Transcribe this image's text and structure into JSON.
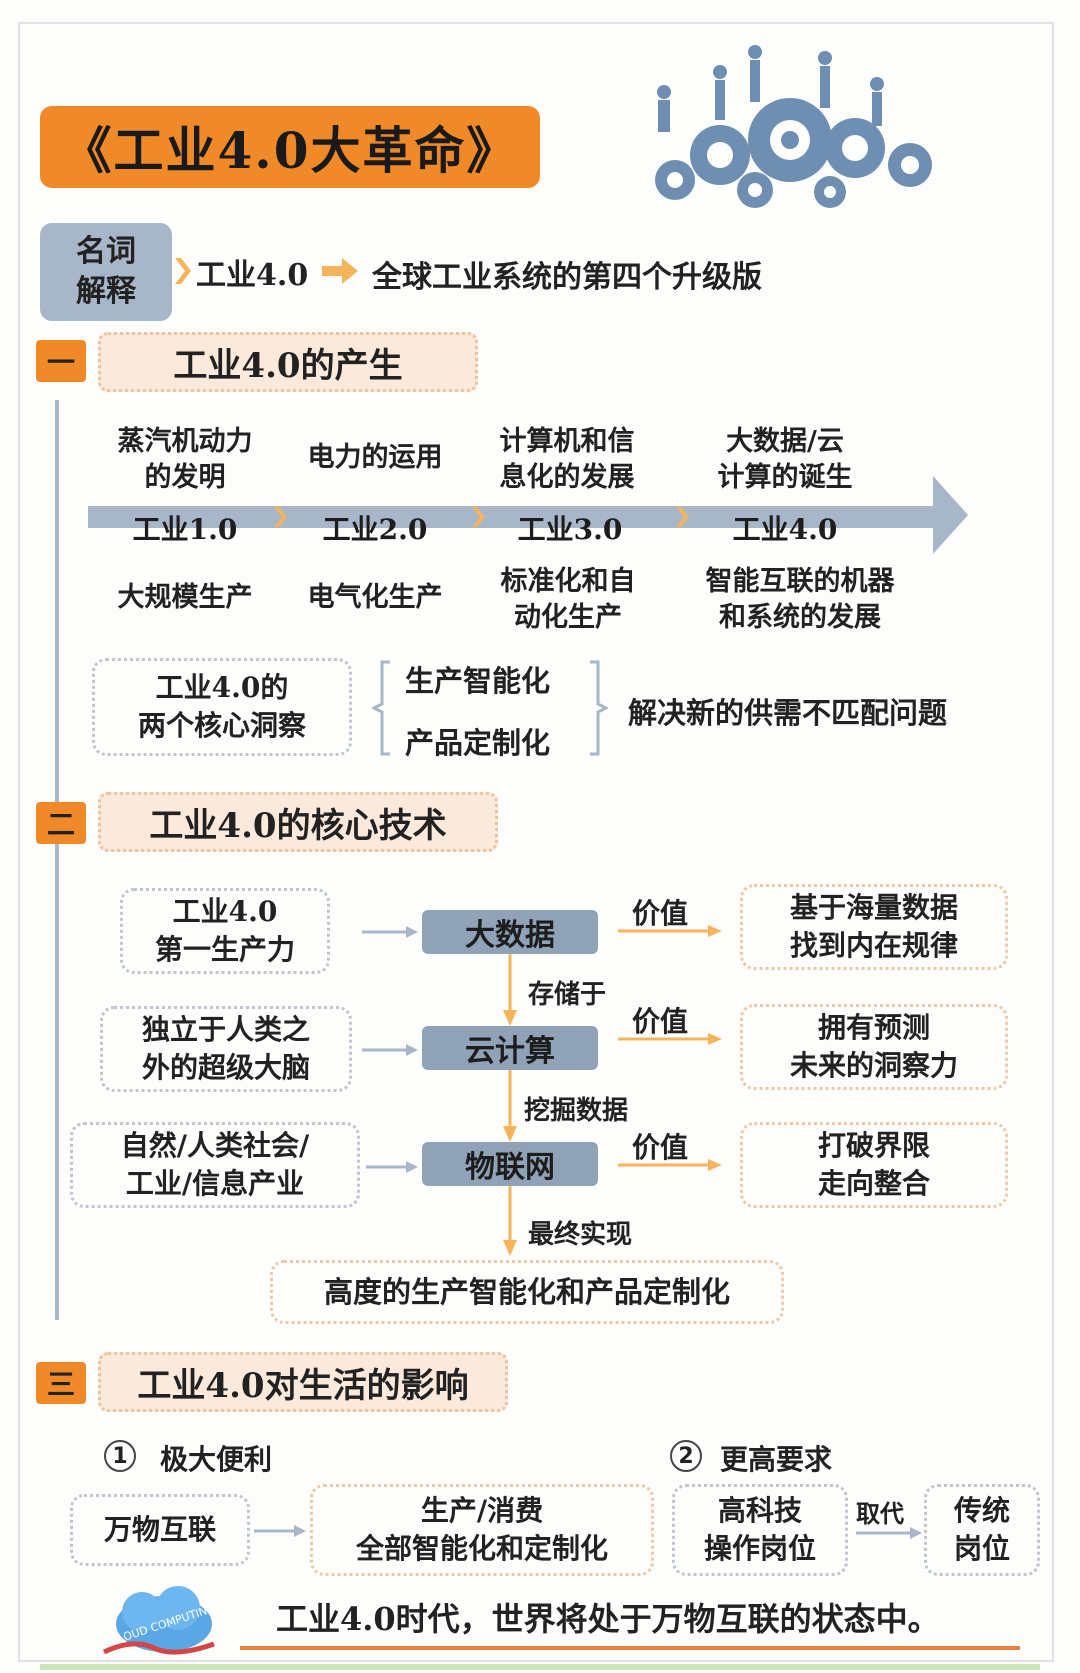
{
  "title": "《工业4.0大革命》",
  "term": {
    "label_line1": "名词",
    "label_line2": "解释",
    "word": "工业4.0",
    "definition": "全球工业系统的第四个升级版"
  },
  "section1": {
    "number": "一",
    "heading": "工业4.0的产生",
    "eras": [
      {
        "top_line1": "蒸汽机动力",
        "top_line2": "的发明",
        "name": "工业1.0",
        "bottom_line1": "大规模生产",
        "bottom_line2": ""
      },
      {
        "top_line1": "电力的运用",
        "top_line2": "",
        "name": "工业2.0",
        "bottom_line1": "电气化生产",
        "bottom_line2": ""
      },
      {
        "top_line1": "计算机和信",
        "top_line2": "息化的发展",
        "name": "工业3.0",
        "bottom_line1": "标准化和自",
        "bottom_line2": "动化生产"
      },
      {
        "top_line1": "大数据/云",
        "top_line2": "计算的诞生",
        "name": "工业4.0",
        "bottom_line1": "智能互联的机器",
        "bottom_line2": "和系统的发展"
      }
    ],
    "insight": {
      "box_line1": "工业4.0的",
      "box_line2": "两个核心洞察",
      "item1": "生产智能化",
      "item2": "产品定制化",
      "result": "解决新的供需不匹配问题"
    }
  },
  "section2": {
    "number": "二",
    "heading": "工业4.0的核心技术",
    "rows": [
      {
        "left_line1": "工业4.0",
        "left_line2": "第一生产力",
        "tech": "大数据",
        "value_label": "价值",
        "right_line1": "基于海量数据",
        "right_line2": "找到内在规律"
      },
      {
        "left_line1": "独立于人类之",
        "left_line2": "外的超级大脑",
        "tech": "云计算",
        "value_label": "价值",
        "right_line1": "拥有预测",
        "right_line2": "未来的洞察力"
      },
      {
        "left_line1": "自然/人类社会/",
        "left_line2": "工业/信息产业",
        "tech": "物联网",
        "value_label": "价值",
        "right_line1": "打破界限",
        "right_line2": "走向整合"
      }
    ],
    "links": [
      "存储于",
      "挖掘数据",
      "最终实现"
    ],
    "final": "高度的生产智能化和产品定制化"
  },
  "section3": {
    "number": "三",
    "heading": "工业4.0对生活的影响",
    "point1": {
      "num": "1",
      "label": "极大便利",
      "box_a": "万物互联",
      "box_b_line1": "生产/消费",
      "box_b_line2": "全部智能化和定制化"
    },
    "point2": {
      "num": "2",
      "label": "更高要求",
      "box_a_line1": "高科技",
      "box_a_line2": "操作岗位",
      "replace": "取代",
      "box_b_line1": "传统",
      "box_b_line2": "岗位"
    }
  },
  "cloud_badge": "CLOUD COMPUTING",
  "conclusion": "工业4.0时代，世界将处于万物互联的状态中。",
  "colors": {
    "accent": "#f08a28",
    "node": "#8fa2b8",
    "arrow": "#a7b6c9",
    "peach": "#fbeadb",
    "term_box": "#a7b6c9"
  }
}
